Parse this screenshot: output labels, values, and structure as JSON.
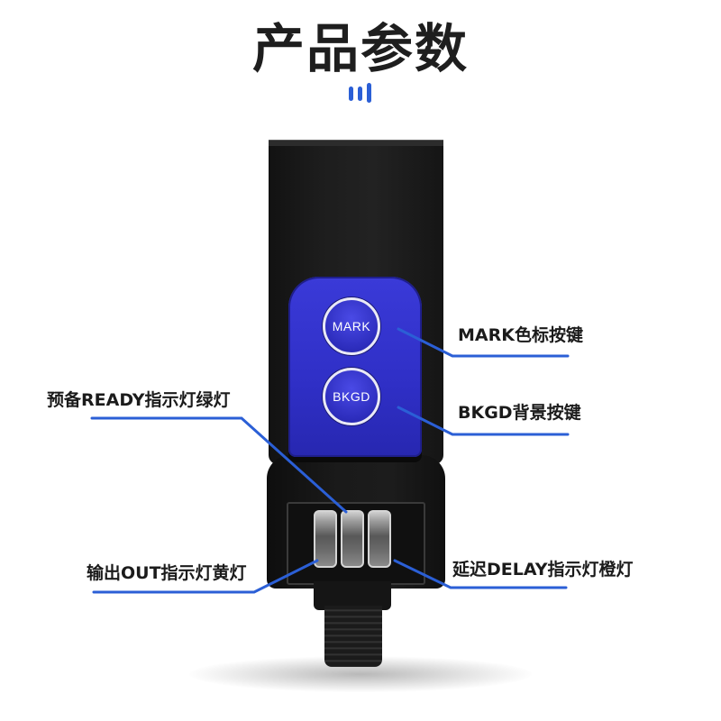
{
  "header": {
    "title": "产品参数",
    "accent_color": "#2b5fd6"
  },
  "device": {
    "buttons": [
      {
        "label": "MARK"
      },
      {
        "label": "BKGD"
      }
    ],
    "panel_color": "#3333cc",
    "body_color": "#1c1c1c"
  },
  "callouts": {
    "mark_button": "MARK色标按键",
    "bkgd_button": "BKGD背景按键",
    "ready_led": "预备READY指示灯绿灯",
    "out_led": "输出OUT指示灯黄灯",
    "delay_led": "延迟DELAY指示灯橙灯",
    "line_color": "#2b5fd6"
  }
}
